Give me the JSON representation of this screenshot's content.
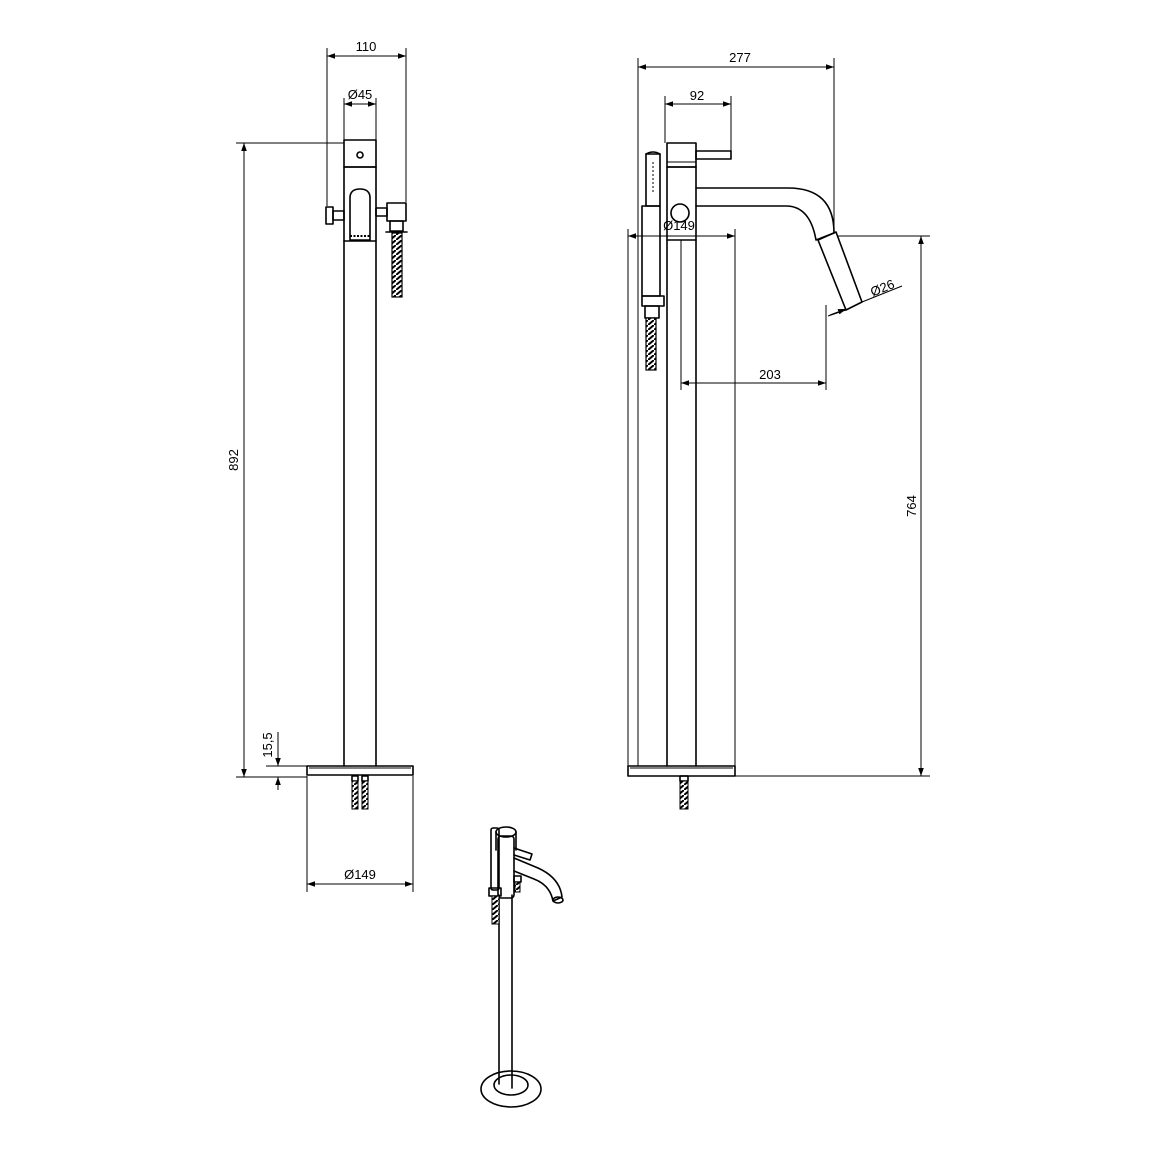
{
  "dimensions": {
    "front": {
      "width_top": "110",
      "diameter_body": "Ø45",
      "total_height": "892",
      "base_thickness": "15,5",
      "base_diameter": "Ø149"
    },
    "side": {
      "total_width": "277",
      "handle_length": "92",
      "base_diameter": "Ø149",
      "spout_diameter": "Ø26",
      "spout_reach": "203",
      "spout_height": "764"
    }
  }
}
